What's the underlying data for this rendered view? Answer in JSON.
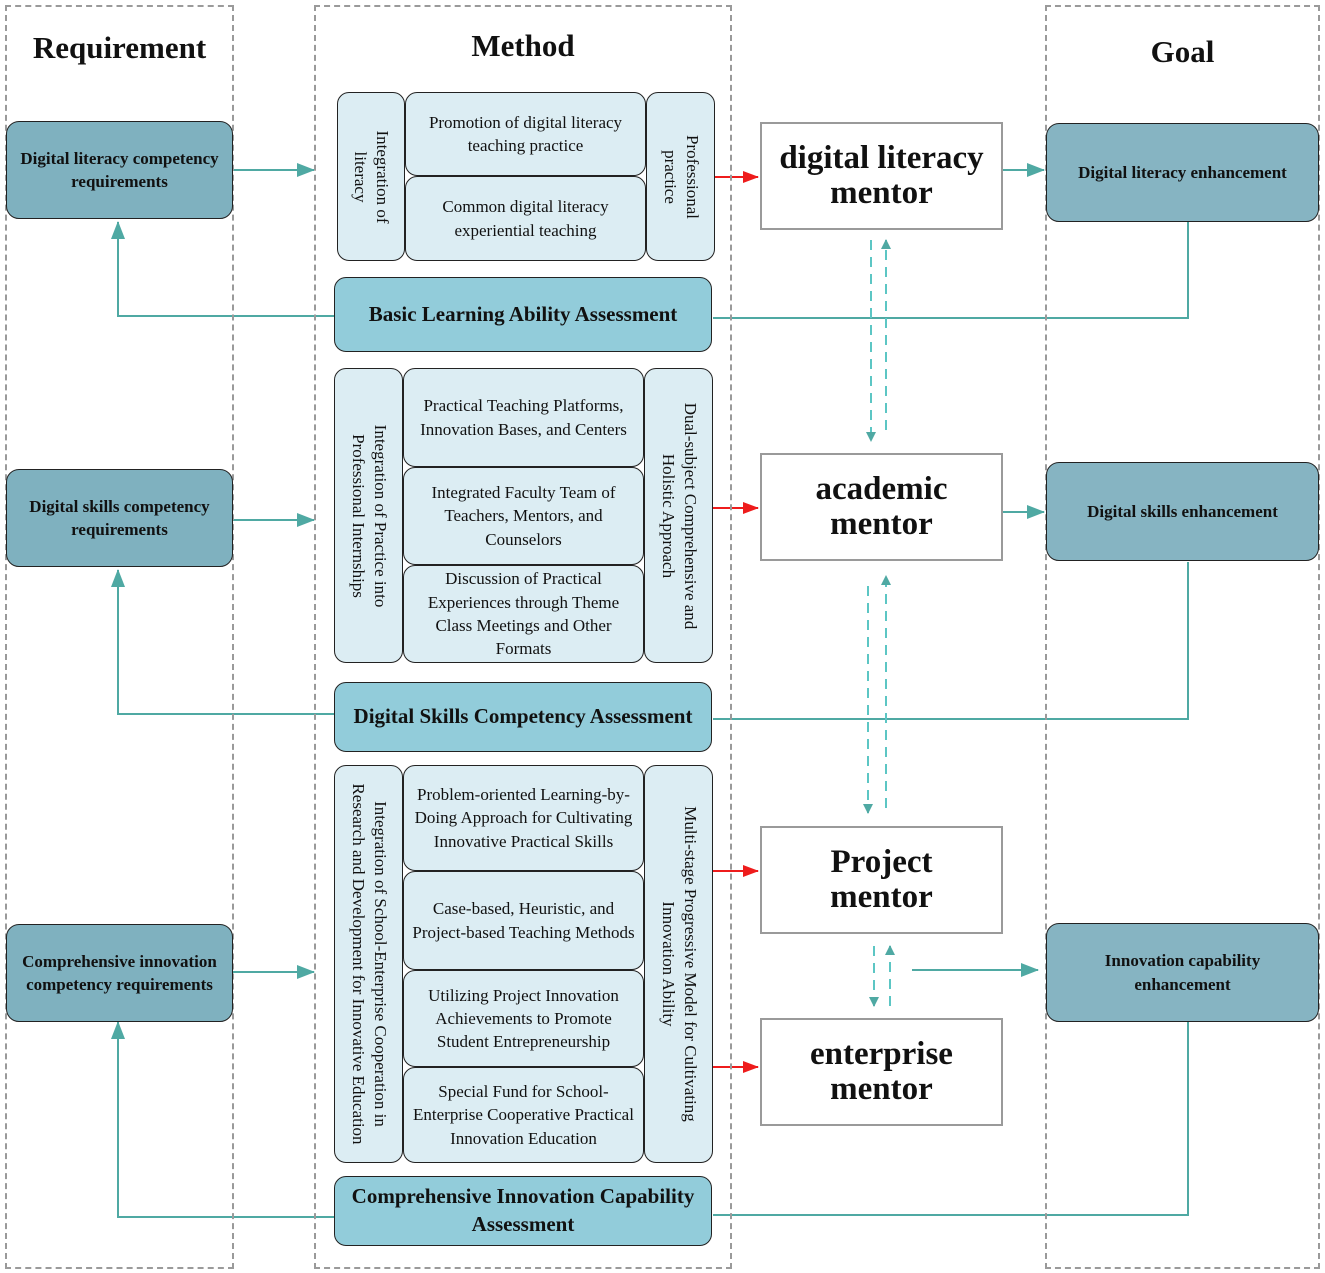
{
  "columns": {
    "requirement_title": "Requirement",
    "method_title": "Method",
    "goal_title": "Goal"
  },
  "requirements": [
    "Digital literacy competency requirements",
    "Digital skills competency requirements",
    "Comprehensive innovation competency requirements"
  ],
  "goals": [
    "Digital literacy enhancement",
    "Digital skills enhancement",
    "Innovation capability enhancement"
  ],
  "assessments": [
    "Basic Learning Ability Assessment",
    "Digital Skills Competency Assessment",
    "Comprehensive Innovation Capability Assessment"
  ],
  "mentors": [
    "digital literacy mentor",
    "academic mentor",
    "Project mentor",
    "enterprise mentor"
  ],
  "groups": [
    {
      "left_label": "Integration of literacy",
      "right_label": "Professional practice",
      "items": [
        "Promotion of digital literacy teaching practice",
        "Common digital literacy experiential teaching"
      ]
    },
    {
      "left_label": "Integration of Practice into Professional Internships",
      "right_label": "Dual-subject Comprehensive and Holistic Approach",
      "items": [
        "Practical Teaching Platforms, Innovation Bases, and Centers",
        "Integrated Faculty Team of Teachers, Mentors, and Counselors",
        "Discussion of Practical Experiences through Theme Class Meetings and Other Formats"
      ]
    },
    {
      "left_label": "Integration of School-Enterprise Cooperation in Research and Development for Innovative Education",
      "right_label": "Multi-stage Progressive Model for Cultivating Innovation Ability",
      "items": [
        "Problem-oriented Learning-by-Doing Approach for Cultivating Innovative Practical Skills",
        "Case-based, Heuristic, and Project-based Teaching Methods",
        "Utilizing Project Innovation Achievements to Promote Student Entrepreneurship",
        "Special Fund for School-Enterprise Cooperative Practical Innovation Education"
      ]
    }
  ],
  "colors": {
    "teal_line": "#4fa9a3",
    "red_arrow": "#ee1c1c",
    "requirement_fill": "#7fb1bf",
    "assessment_fill": "#92ccda",
    "cell_fill": "#dcedf3"
  }
}
